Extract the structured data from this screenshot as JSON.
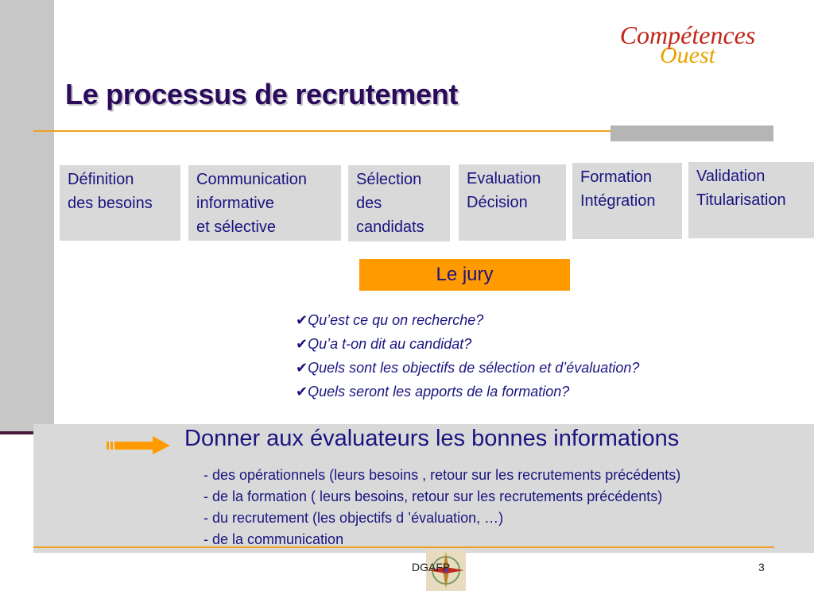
{
  "logo": {
    "line1": "Compétences",
    "line2": "Ouest"
  },
  "title": "Le processus de recrutement",
  "steps": [
    {
      "line1": "Définition",
      "line2": "des besoins",
      "line3": ""
    },
    {
      "line1": "Communication",
      "line2": "informative",
      "line3": "et sélective"
    },
    {
      "line1": "Sélection",
      "line2": "des",
      "line3": "candidats"
    },
    {
      "line1": "Evaluation",
      "line2": "Décision",
      "line3": ""
    },
    {
      "line1": "Formation",
      "line2": "Intégration",
      "line3": ""
    },
    {
      "line1": "Validation",
      "line2": "Titularisation",
      "line3": ""
    }
  ],
  "jury": "Le jury",
  "check_symbol": "✔",
  "questions": [
    "Qu’est ce qu on recherche?",
    "Qu’a t-on dit au candidat?",
    "Quels sont les objectifs de sélection et d’évaluation?",
    "Quels seront les apports de la formation?"
  ],
  "info": {
    "heading": "Donner aux évaluateurs les bonnes informations",
    "lines": [
      "- des opérationnels (leurs besoins , retour sur les recrutements précédents)",
      "- de la formation ( leurs besoins, retour sur les recrutements précédents)",
      "- du recrutement (les objectifs d ’évaluation, …)",
      "- de la communication"
    ]
  },
  "footer": {
    "text": "DGAFP",
    "page": "3"
  },
  "colors": {
    "accent": "#f0a020",
    "jury_bg": "#ff9a00",
    "text_blue": "#1a1480",
    "title_purple": "#2b0a5c",
    "box_gray": "#d9d9d9"
  }
}
